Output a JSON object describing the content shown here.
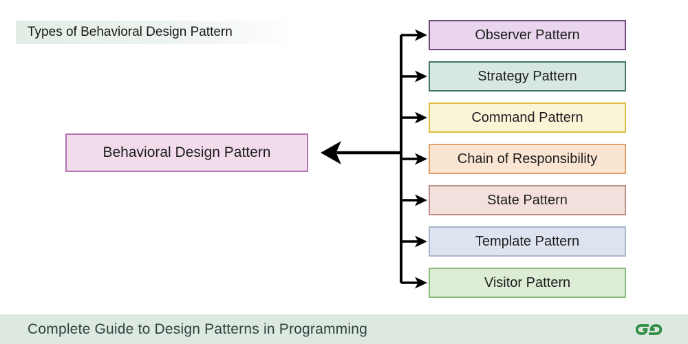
{
  "title": {
    "text": "Types of Behavioral Design Pattern"
  },
  "main_box": {
    "label": "Behavioral Design Pattern",
    "bg": "#f2dcec",
    "border": "#b473b4"
  },
  "patterns": [
    {
      "id": "observer",
      "label": "Observer Pattern",
      "bg": "#e9d6ee",
      "border": "#6f4878"
    },
    {
      "id": "strategy",
      "label": "Strategy Pattern",
      "bg": "#d7e8e2",
      "border": "#44756b"
    },
    {
      "id": "command",
      "label": "Command Pattern",
      "bg": "#fbf5d8",
      "border": "#dcbe3f"
    },
    {
      "id": "chain",
      "label": "Chain of Responsibility",
      "bg": "#fae5d3",
      "border": "#e3a066"
    },
    {
      "id": "state",
      "label": "State Pattern",
      "bg": "#f3e0dd",
      "border": "#bd8e86"
    },
    {
      "id": "template",
      "label": "Template Pattern",
      "bg": "#dde3ef",
      "border": "#a9b5cd"
    },
    {
      "id": "visitor",
      "label": "Visitor Pattern",
      "bg": "#dcecd5",
      "border": "#8aba7c"
    }
  ],
  "connector": {
    "color": "#000000"
  },
  "footer": {
    "text": "Complete Guide to Design Patterns in Programming",
    "bg": "#dde8e1",
    "text_color": "#2c423c",
    "logo": "geeksforgeeks-logo",
    "logo_color": "#2f8d46"
  }
}
